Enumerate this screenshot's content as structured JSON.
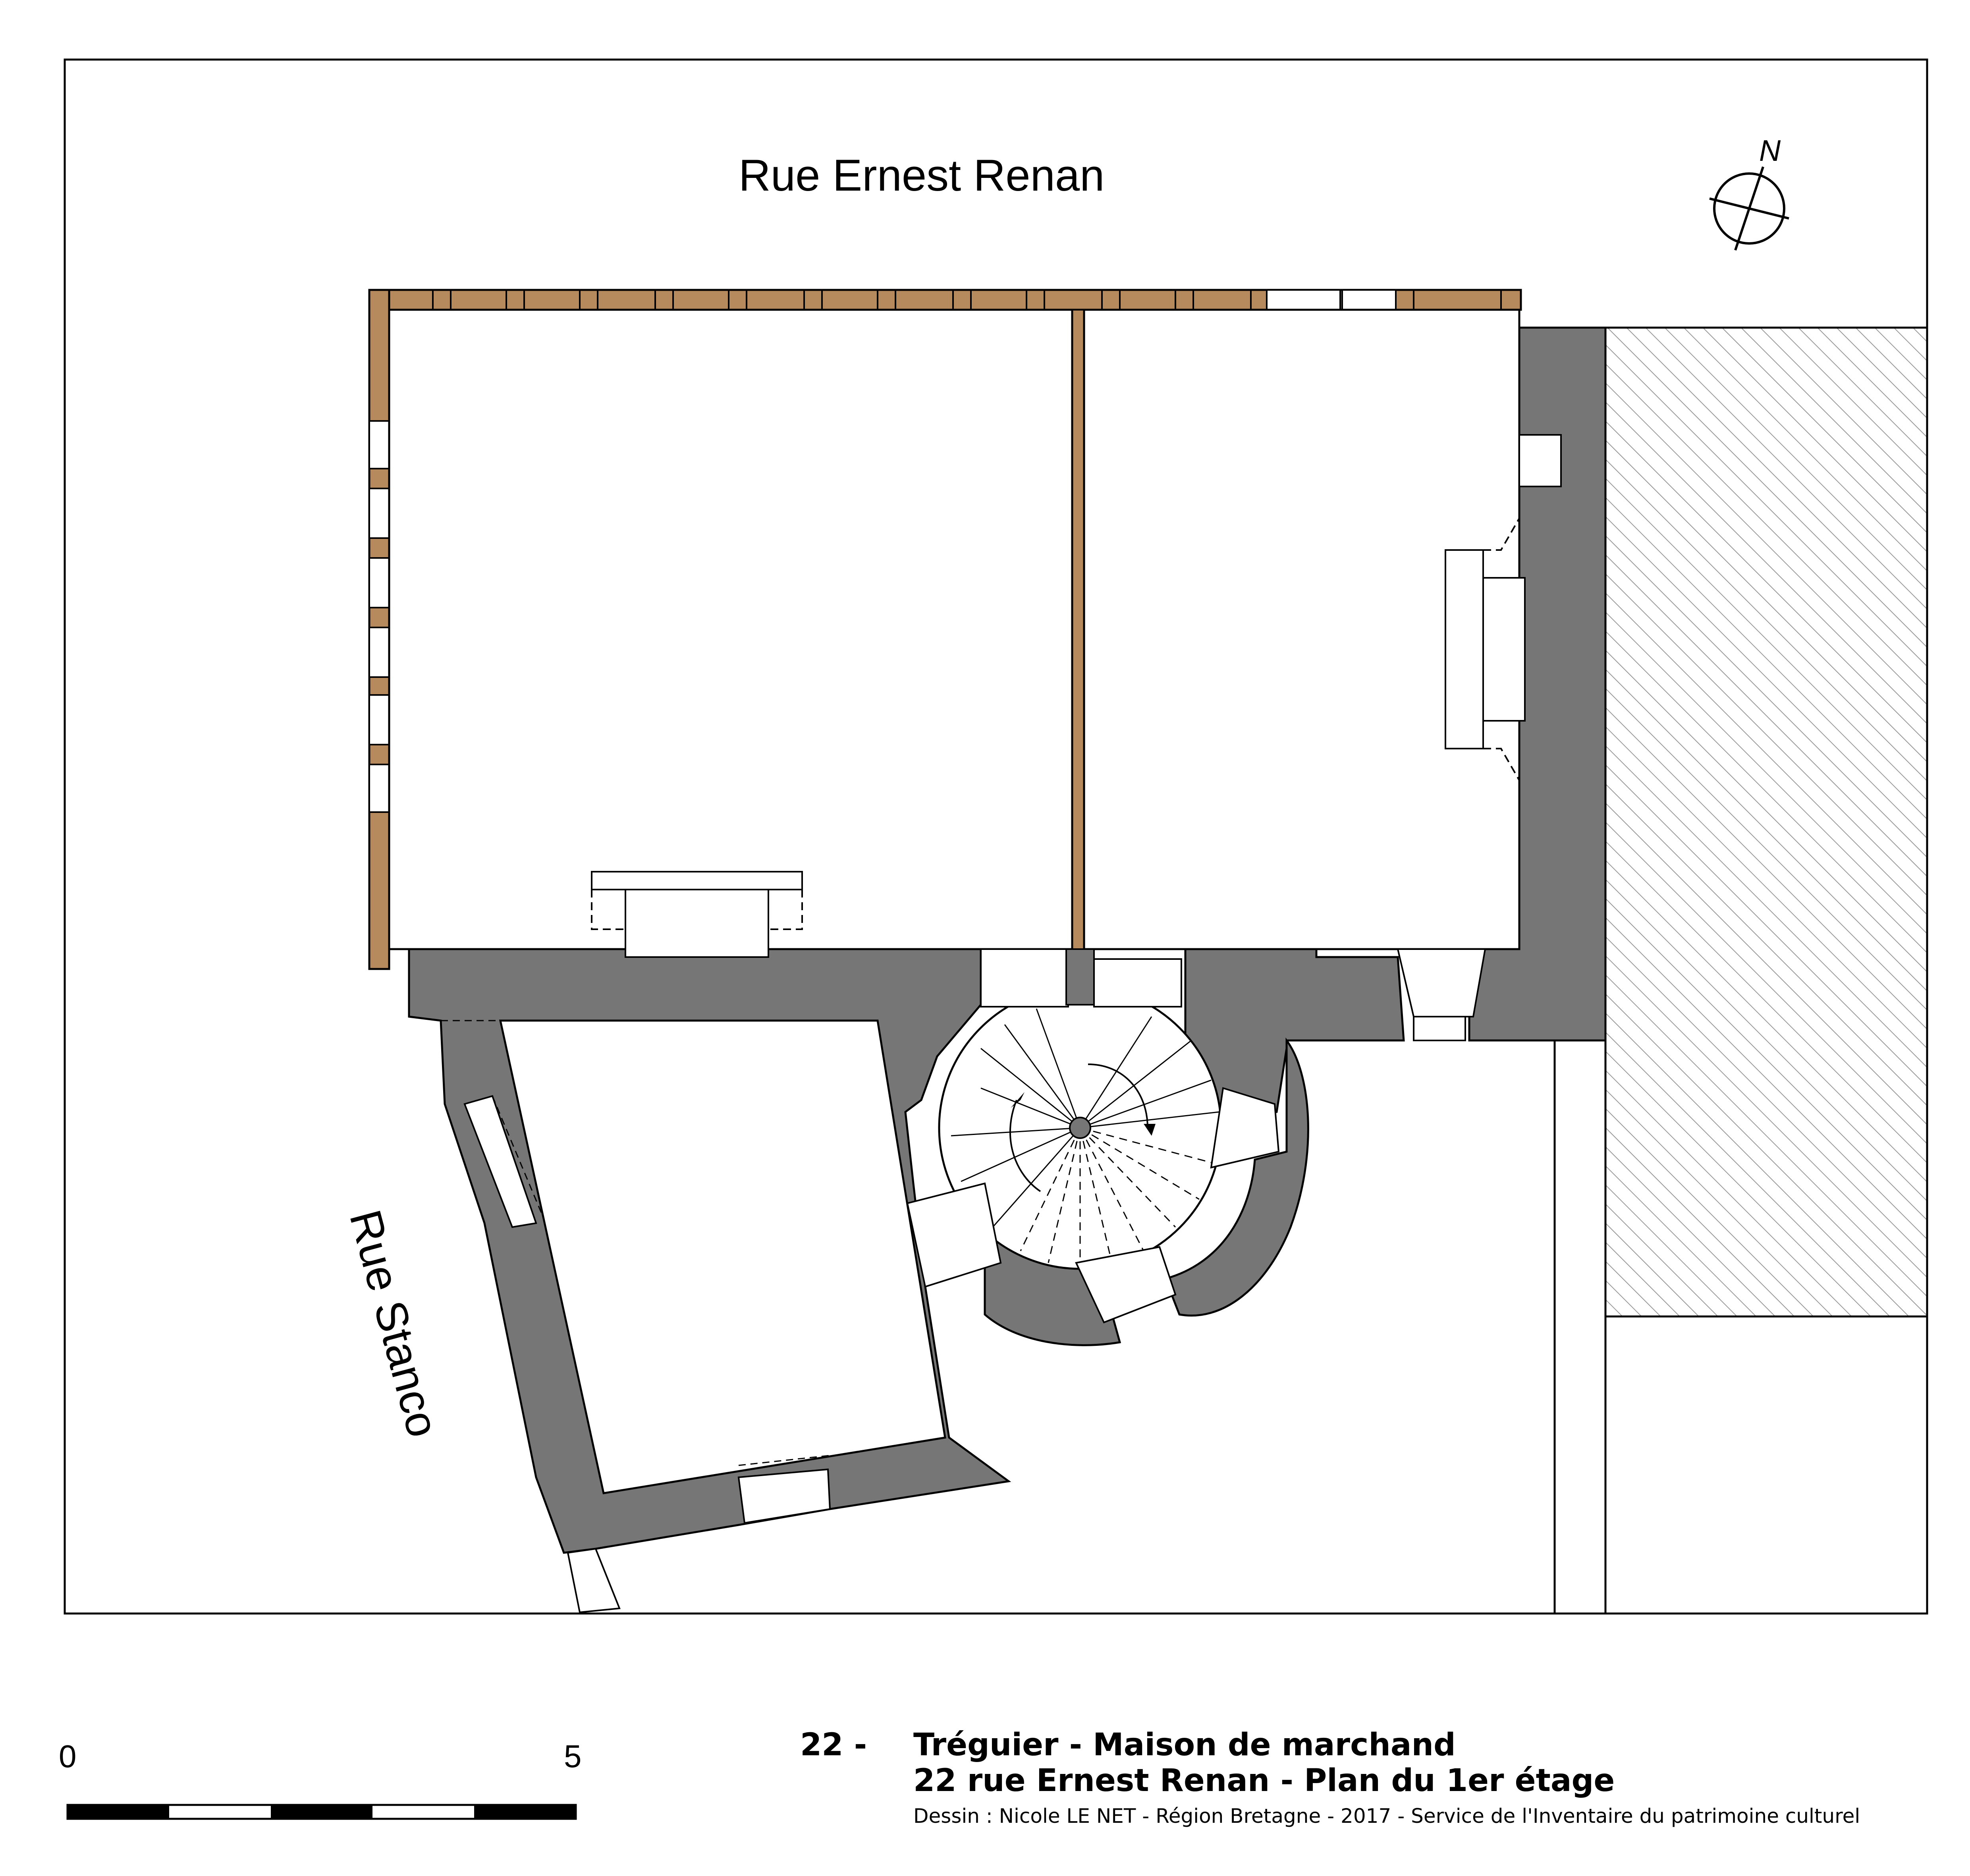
{
  "streets": {
    "north": "Rue Ernest Renan",
    "west": "Rue Stanco"
  },
  "north_arrow": {
    "label": "N"
  },
  "scale_bar": {
    "start_label": "0",
    "end_label": "5",
    "segments": 5
  },
  "title_block": {
    "number": "22 -",
    "line1": "Tréguier - Maison de marchand",
    "line2": "22 rue Ernest Renan - Plan du 1er étage",
    "credit": "Dessin : Nicole LE NET - Région Bretagne - 2017 - Service de l'Inventaire du patrimoine culturel"
  },
  "colors": {
    "stone_wall": "#767676",
    "timber_frame": "#B78A5E",
    "neighbour_hatch": "#999999",
    "outline": "#000000",
    "background": "#ffffff"
  }
}
